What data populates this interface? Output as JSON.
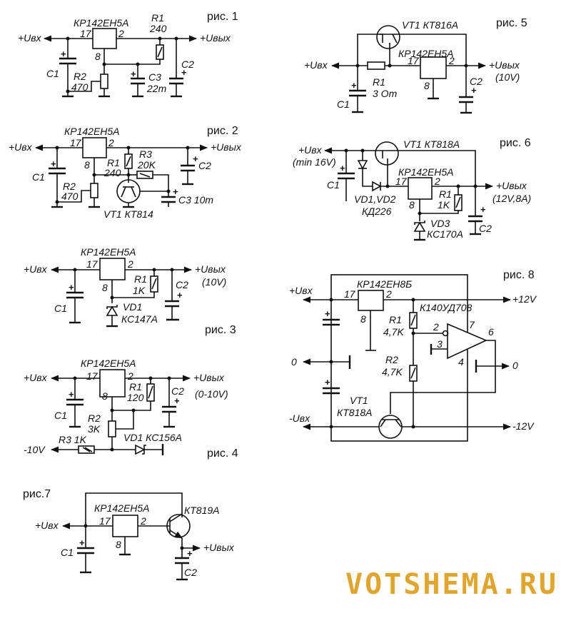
{
  "figures": {
    "fig1": {
      "title": "рис. 1",
      "chip": "КР142ЕН5А",
      "pins": {
        "in": "17",
        "out": "2",
        "adj": "8"
      },
      "input": "+Uвх",
      "output": "+Uвых",
      "r1": {
        "name": "R1",
        "value": "240"
      },
      "r2": {
        "name": "R2",
        "value": "470"
      },
      "c1": "C1",
      "c2": "C2",
      "c3": {
        "name": "C3",
        "value": "22m"
      }
    },
    "fig2": {
      "title": "рис. 2",
      "chip": "КР142ЕН5А",
      "pins": {
        "in": "17",
        "out": "2",
        "adj": "8"
      },
      "input": "+Uвх",
      "output": "+Uвых",
      "r1": {
        "name": "R1",
        "value": "240"
      },
      "r2": {
        "name": "R2",
        "value": "470"
      },
      "r3": {
        "name": "R3",
        "value": "20K"
      },
      "c1": "C1",
      "c2": "C2",
      "c3": "C3 10m",
      "vt1": "VT1 КТ814"
    },
    "fig3": {
      "title": "рис. 3",
      "chip": "КР142ЕН5А",
      "pins": {
        "in": "17",
        "out": "2",
        "adj": "8"
      },
      "input": "+Uвх",
      "output": "+Uвых",
      "output_note": "(10V)",
      "r1": {
        "name": "R1",
        "value": "1K"
      },
      "c1": "C1",
      "c2": "C2",
      "vd1": {
        "name": "VD1",
        "value": "КС147А"
      }
    },
    "fig4": {
      "title": "рис. 4",
      "chip": "КР142ЕН5А",
      "pins": {
        "in": "17",
        "out": "2",
        "adj": "8"
      },
      "input": "+Uвх",
      "output": "+Uвых",
      "output_note": "(0-10V)",
      "neg_input": "-10V",
      "r1": {
        "name": "R1",
        "value": "120"
      },
      "r2": {
        "name": "R2",
        "value": "3K"
      },
      "r3": "R3 1K",
      "c1": "C1",
      "c2": "C2",
      "vd1": "VD1 КС156А"
    },
    "fig5": {
      "title": "рис. 5",
      "chip": "КР142ЕН5А",
      "pins": {
        "in": "17",
        "out": "2",
        "adj": "8"
      },
      "input": "+Uвх",
      "output": "+Uвых",
      "output_note": "(10V)",
      "r1": {
        "name": "R1",
        "value": "3 Om"
      },
      "c1": "C1",
      "c2": "C2",
      "vt1": "VT1 КТ816А"
    },
    "fig6": {
      "title": "рис. 6",
      "chip": "КР142ЕН5А",
      "pins": {
        "in": "17",
        "out": "2",
        "adj": "8"
      },
      "input": "+Uвх",
      "input_note": "(min 16V)",
      "output": "+Uвых",
      "output_note": "(12V,8A)",
      "r1": {
        "name": "R1",
        "value": "1K"
      },
      "c1": "C1",
      "c2": "C2",
      "vt1": "VT1 КТ818А",
      "vd12": {
        "name": "VD1,VD2",
        "value": "КД226"
      },
      "vd3": {
        "name": "VD3",
        "value": "КС170А"
      }
    },
    "fig7": {
      "title": "рис.7",
      "chip": "КР142ЕН5А",
      "pins": {
        "in": "17",
        "out": "2",
        "adj": "8"
      },
      "input": "+Uвх",
      "output": "+Uвых",
      "c1": "C1",
      "c2": "C2",
      "vt": "КТ819А"
    },
    "fig8": {
      "title": "рис. 8",
      "chip": "КР142ЕН8Б",
      "pins": {
        "in": "17",
        "out": "2",
        "adj": "8"
      },
      "opamp": "К140УД708",
      "opamp_pins": {
        "inv": "2",
        "noninv": "3",
        "vplus": "7",
        "vminus": "4",
        "out": "6"
      },
      "pos_input": "+Uвх",
      "zero_input": "0",
      "neg_input": "-Uвх",
      "pos_output": "+12V",
      "zero_output": "0",
      "neg_output": "-12V",
      "r1": {
        "name": "R1",
        "value": "4,7K"
      },
      "r2": {
        "name": "R2",
        "value": "4,7K"
      },
      "vt1": {
        "name": "VT1",
        "value": "КТ818А"
      }
    }
  },
  "watermark": "VOTSHEMA.RU",
  "colors": {
    "ink": "#111111",
    "watermark": "#e0a52e",
    "background": "#ffffff"
  }
}
